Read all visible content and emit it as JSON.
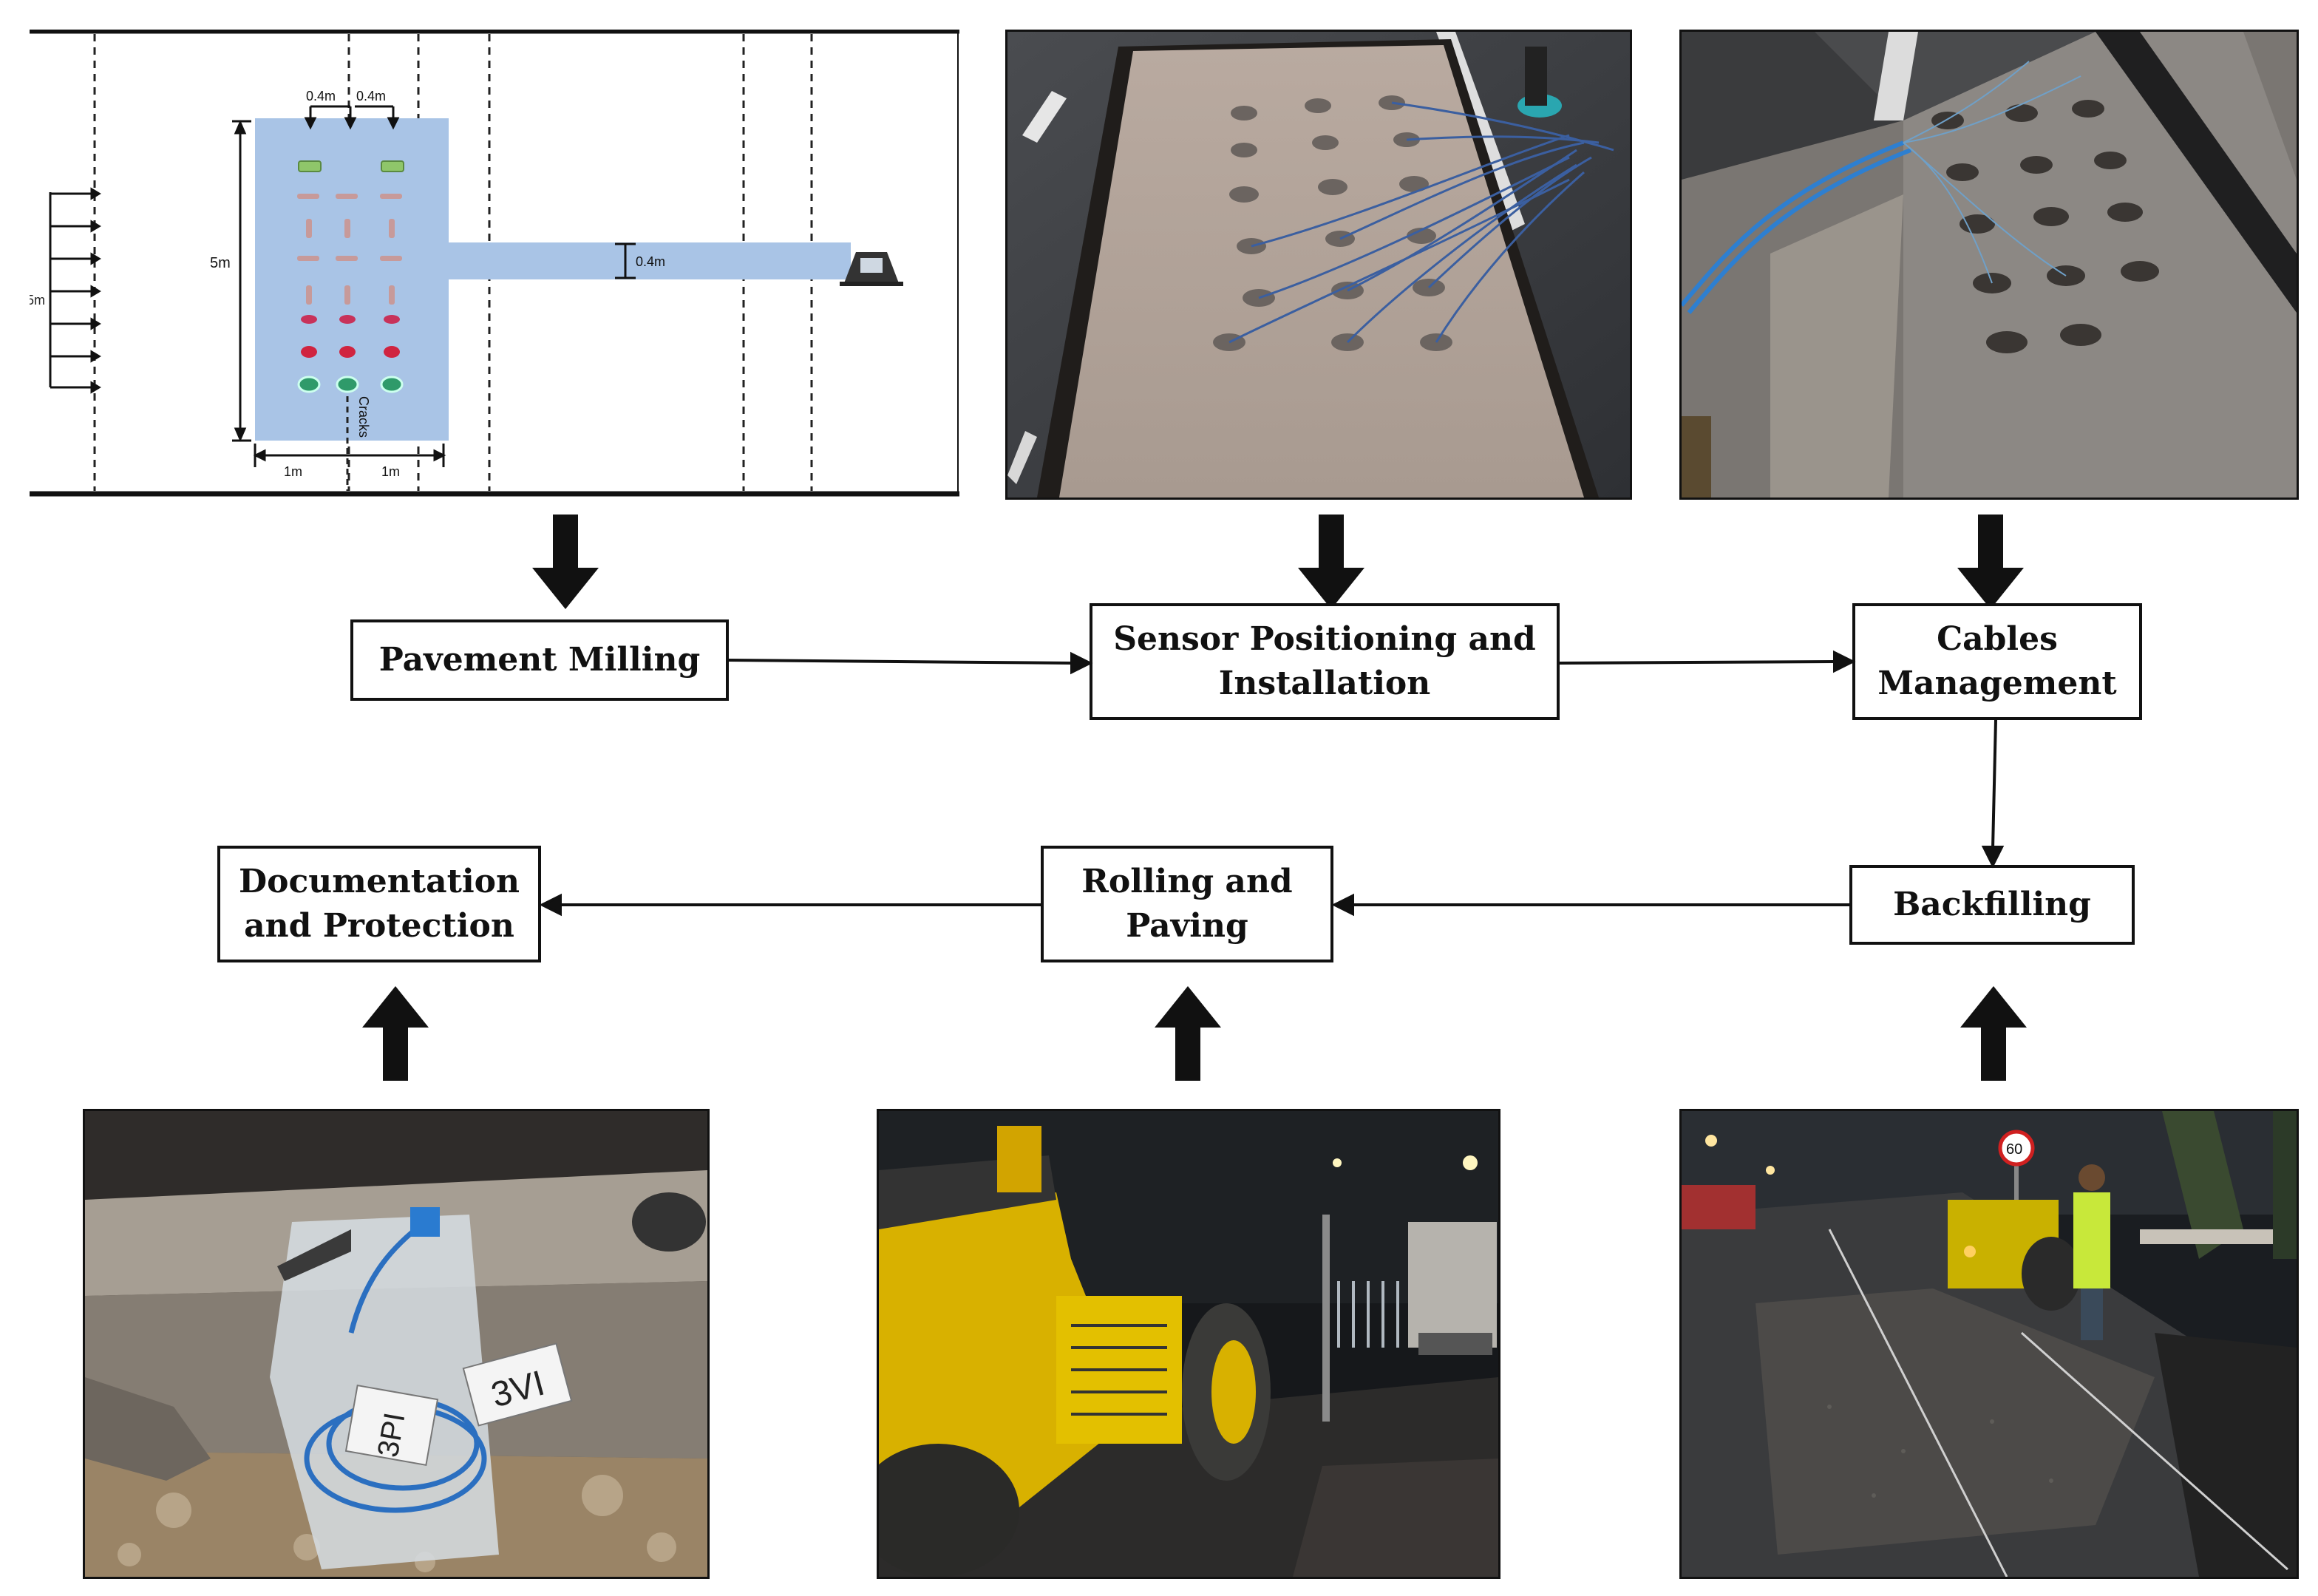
{
  "steps": {
    "milling": "Pavement Milling",
    "sensor": "Sensor Positioning and\nInstallation",
    "cables": "Cables\nManagement",
    "backfilling": "Backfilling",
    "rolling": "Rolling and\nPaving",
    "documentation": "Documentation\nand Protection"
  },
  "layout_diagram": {
    "spacing_left": "0.4m",
    "spacing_right": "0.4m",
    "array_length": "5m",
    "cable_width": "0.4m",
    "width_left": "1m",
    "width_right": "1m",
    "cracks_label": "Cracks",
    "lane_label": "5m"
  },
  "photos": {
    "documentation_tag_1": "3VI",
    "documentation_tag_2": "3PI",
    "backfill_sign": "60"
  },
  "colors": {
    "array_fill": "#a9c4e6",
    "arrow": "#111111"
  }
}
